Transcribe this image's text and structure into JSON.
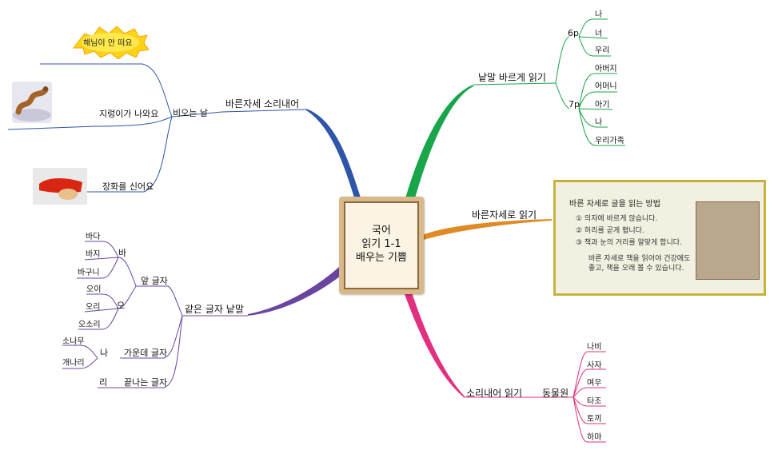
{
  "center": {
    "line1": "국어",
    "line2": "읽기 1-1",
    "line3": "배우는 기쁨"
  },
  "colors": {
    "blue": "#2f55a8",
    "green": "#19a64a",
    "orange": "#e08a25",
    "pink": "#e0307f",
    "purple": "#6a45a0"
  },
  "branches": {
    "blue": {
      "main": "바른자세 소리내어",
      "sub": "비오는 날",
      "leaves": [
        "해님이 안 떠요",
        "지렁이가 나와요",
        "장화를 신어요"
      ]
    },
    "green": {
      "main": "낱말 바르게 읽기",
      "p6": "6p",
      "p6_items": [
        "나",
        "너",
        "우리"
      ],
      "p7": "7p",
      "p7_items": [
        "아버지",
        "어머니",
        "아기",
        "나",
        "우리가족"
      ]
    },
    "orange": {
      "main": "바른자세로 읽기",
      "textbook": {
        "title": "바른 자세로 글을 읽는 방법",
        "items": [
          "① 의자에 바르게 앉습니다.",
          "② 허리를 곧게 폅니다.",
          "③ 책과 눈의 거리를 알맞게 합니다."
        ],
        "note_line1": "바른 자세로 책을 읽어야 건강에도",
        "note_line2": "좋고, 책을 오래 볼 수 있습니다."
      }
    },
    "pink": {
      "main": "소리내어 읽기",
      "sub": "동물원",
      "items": [
        "나비",
        "사자",
        "여우",
        "타조",
        "토끼",
        "하마"
      ]
    },
    "purple": {
      "main": "같은 글자 낱말",
      "front": "앞 글자",
      "ba": "바",
      "ba_items": [
        "바다",
        "바지",
        "바구니"
      ],
      "o": "오",
      "o_items": [
        "오이",
        "오리",
        "오소리"
      ],
      "middle": "가운데 글자",
      "na": "나",
      "na_items": [
        "소나무",
        "개나리"
      ],
      "end": "끝나는 글자",
      "ri": "리"
    }
  }
}
